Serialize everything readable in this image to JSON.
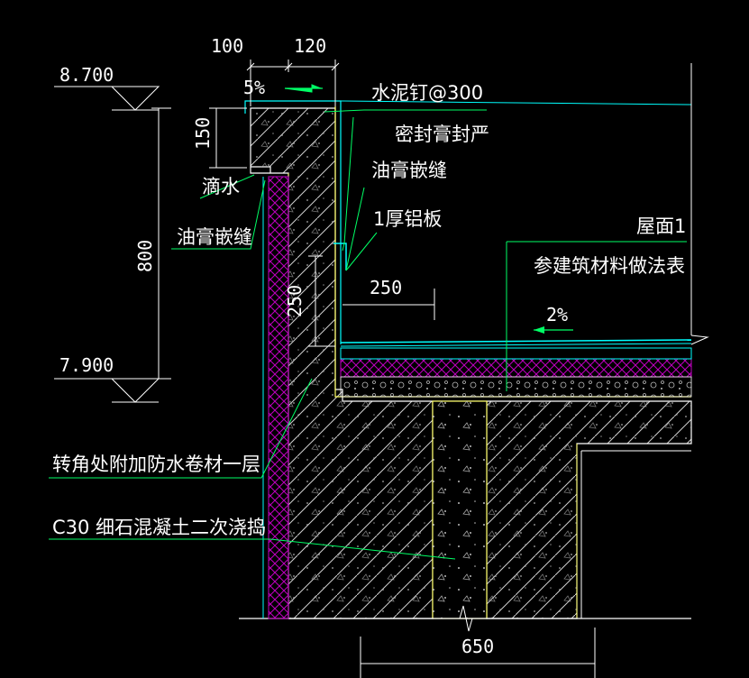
{
  "levels": {
    "top": "8.700",
    "bottom": "7.900"
  },
  "dimensions": {
    "d100": "100",
    "d120": "120",
    "d150": "150",
    "d800": "800",
    "d250v": "250",
    "d250h": "250",
    "d650": "650"
  },
  "slopes": {
    "coping": "5%",
    "roof": "2%"
  },
  "labels": {
    "cement_nail": "水泥钉@300",
    "sealant": "密封膏封严",
    "caulk_right": "油膏嵌缝",
    "aluminum": "1厚铝板",
    "roof": "屋面1",
    "roof_ref": "参建筑材料做法表",
    "drip": "滴水",
    "caulk_left": "油膏嵌缝",
    "membrane": "转角处附加防水卷材一层",
    "concrete": "C30  细石混凝土二次浇捣"
  },
  "colors": {
    "background": "#000000",
    "structure": "#ffffff",
    "leader": "#00ff66",
    "cyan": "#00ffff",
    "insulation": "#c000c0",
    "outline": "#ffff66"
  }
}
